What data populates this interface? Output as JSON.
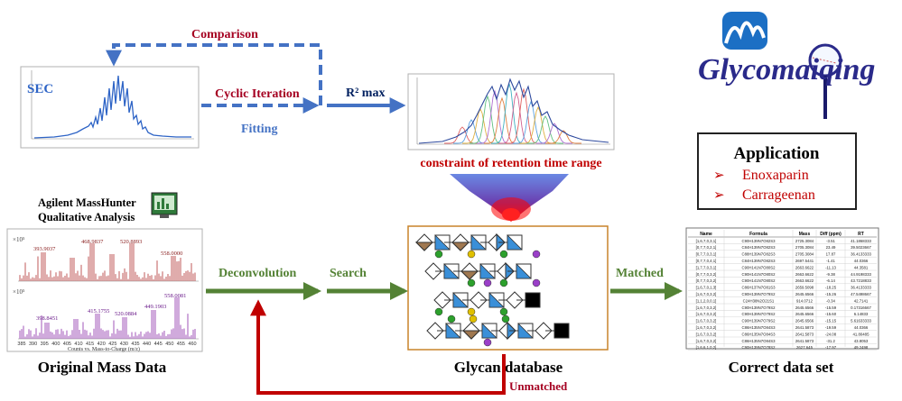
{
  "labels": {
    "comparison": "Comparison",
    "cyclic_iteration": "Cyclic Iteration",
    "fitting": "Fitting",
    "r2max": "R² max",
    "constraint": "constraint of retention time range",
    "sec": "SEC",
    "agilent_line1": "Agilent MassHunter",
    "agilent_line2": "Qualitative Analysis",
    "deconvolution": "Deconvolution",
    "search": "Search",
    "matched": "Matched",
    "unmatched": "Unmatched",
    "original_mass_data": "Original Mass Data",
    "glycan_database": "Glycan database",
    "correct_data_set": "Correct data set"
  },
  "logo": {
    "text": "Glycomaiqing"
  },
  "application": {
    "title": "Application",
    "items": [
      "Enoxaparin",
      "Carrageenan"
    ]
  },
  "mass_spectrum": {
    "top_peaks": [
      "393.9037",
      "468.9837",
      "520.8893",
      "558.0000"
    ],
    "bottom_peaks": [
      "398.8451",
      "415.1755",
      "520.0884",
      "449.1903",
      "558.0081"
    ],
    "top_exp": "×10⁵",
    "bottom_exp": "×10⁵",
    "ticks": [
      "385",
      "390",
      "395",
      "400",
      "405",
      "410",
      "415",
      "420",
      "425",
      "430",
      "435",
      "440",
      "445",
      "450",
      "455",
      "460"
    ],
    "x_title": "Counts vs. Mass-to-Charge (m/z)"
  },
  "table": {
    "headers": [
      "Name",
      "Formula",
      "Mass",
      "Diff (ppm)",
      "RT"
    ],
    "rows": [
      [
        "[1,6,7,0,3,1]",
        "C90H139N7O82S3",
        "2725.3084",
        "-3.51",
        "41.1868333"
      ],
      [
        "[0,7,7,0,2,1]",
        "C84H139N7O82S3",
        "2705.3084",
        "23.49",
        "39.5023667"
      ],
      [
        "[0,7,7,0,3,1]",
        "C88H139N7O82S3",
        "2705.3084",
        "17.87",
        "36.4133333"
      ],
      [
        "[0,7,7,0,4,1]",
        "C84H139N7O82S3",
        "2697.5441",
        "-1.41",
        "44.0366"
      ],
      [
        "[1,7,7,0,3,1]",
        "C90H141N7O80S2",
        "2663.6622",
        "-11.13",
        "44.3581"
      ],
      [
        "[0,7,7,0,3,2]",
        "C90H141N7O80S2",
        "2663.6622",
        "-9.38",
        "44.9198333"
      ],
      [
        "[0,7,7,0,3,2]",
        "C90H141N7O80S2",
        "2663.6622",
        "-6.14",
        "43.7218833"
      ],
      [
        "[1,6,7,0,1,3]",
        "C86H137N7O81S3",
        "2659.5098",
        "-18.25",
        "36.4133333"
      ],
      [
        "[1,6,7,0,3,2]",
        "C90H139N7O79S2",
        "2645.6566",
        "-15.26",
        "47.5498667"
      ],
      [
        "[1,1,2,0,0,1]",
        "C24H38N2O21S1",
        "914.0712",
        "-0.34",
        "42.7141"
      ],
      [
        "[1,6,7,0,3,2]",
        "C90H139N7O79S2",
        "2645.6566",
        "-15.59",
        "0.17316667"
      ],
      [
        "[1,6,7,0,3,2]",
        "C90H139N7O79S2",
        "2645.6566",
        "-15.60",
        "6.14833"
      ],
      [
        "[1,6,7,0,3,2]",
        "C90H139N7O79S2",
        "2645.6566",
        "-15.15",
        "5.61633333"
      ],
      [
        "[1,6,7,0,3,2]",
        "C86H135N7O84S3",
        "2641.5873",
        "-19.59",
        "44.0366"
      ],
      [
        "[1,6,7,0,3,2]",
        "C86H135N7O84S3",
        "2641.5873",
        "-24.08",
        "41.80485"
      ],
      [
        "[1,6,7,0,3,2]",
        "C86H135N7O84S3",
        "2641.5873",
        "-31.2",
        "43.8053"
      ],
      [
        "[1,6,6,1,0,2]",
        "C90H139N7O78S2",
        "2627.645",
        "-17.97",
        "49.2498"
      ]
    ]
  },
  "colors": {
    "blue_arrow": "#4472C4",
    "green_arrow": "#548235",
    "red_arrow": "#C00000",
    "dark_red_text": "#A50021",
    "navy_text": "#002060"
  }
}
